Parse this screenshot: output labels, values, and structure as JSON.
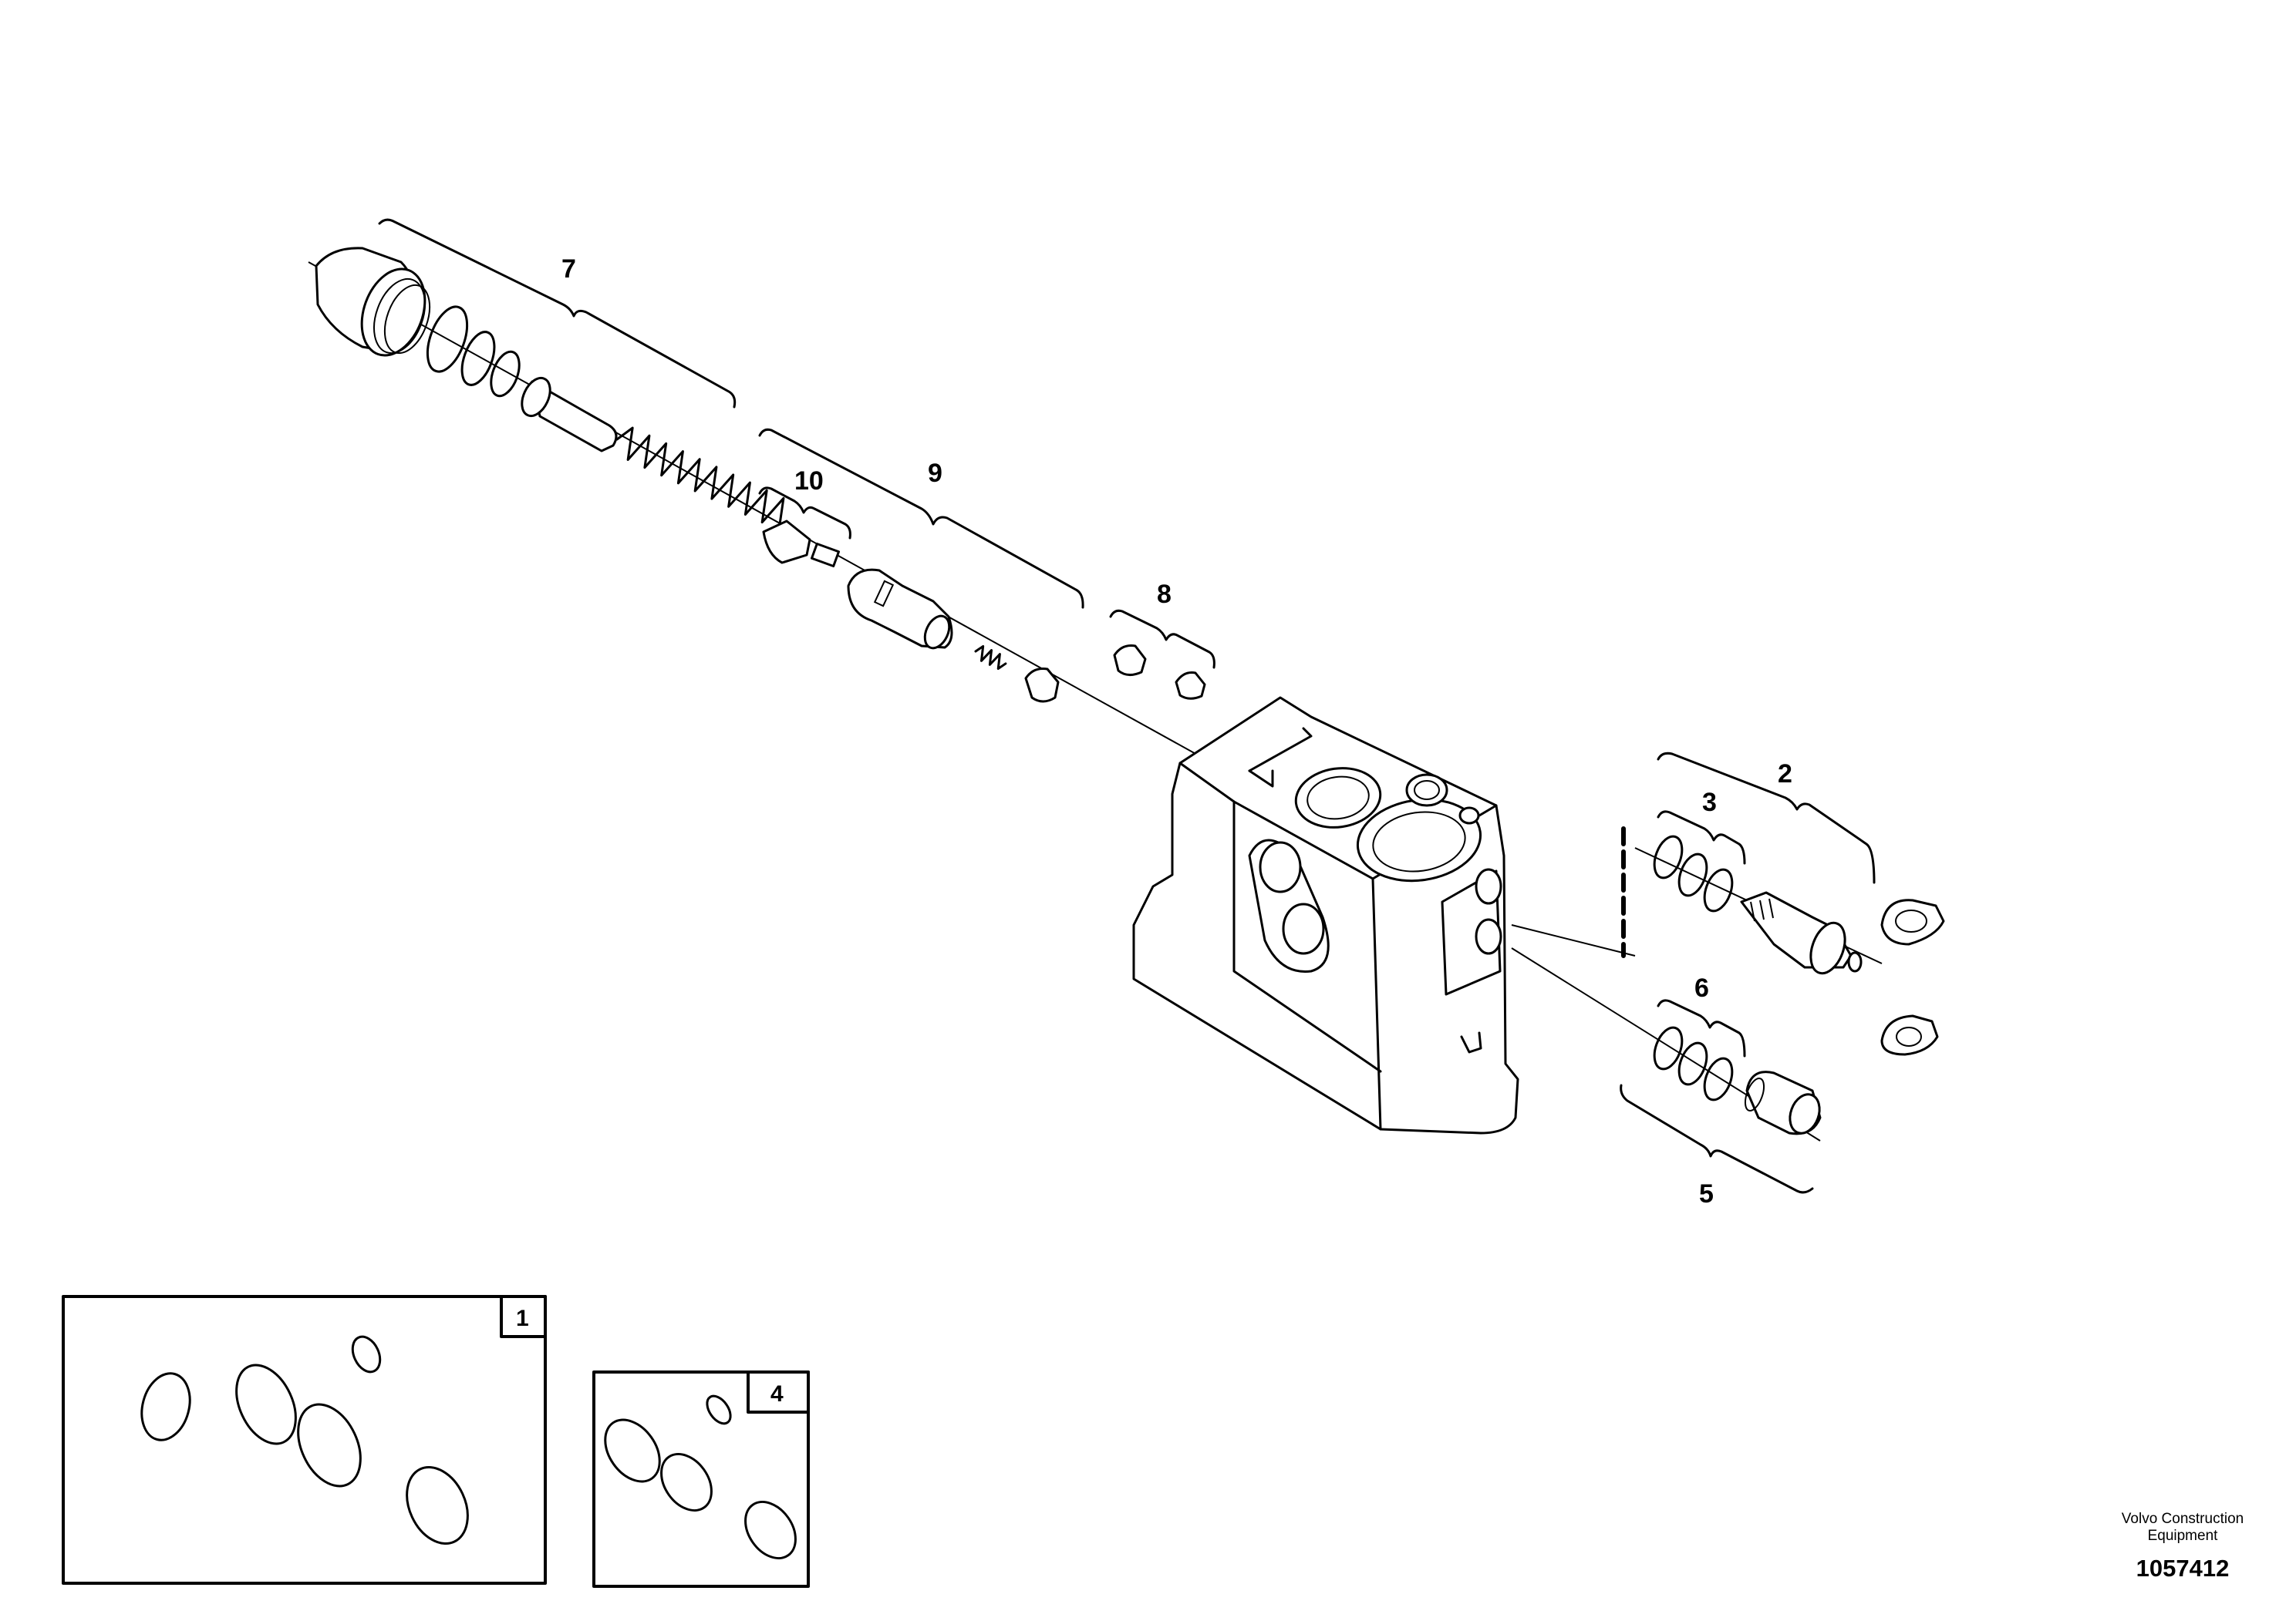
{
  "labels": {
    "c7": "7",
    "c9": "9",
    "c10": "10",
    "c8": "8",
    "c2": "2",
    "c3": "3",
    "c6": "6",
    "c5": "5"
  },
  "kits": {
    "kit1_number": "1",
    "kit4_number": "4"
  },
  "brand": {
    "line1": "Volvo Construction",
    "line2": "Equipment"
  },
  "document_number": "1057412"
}
